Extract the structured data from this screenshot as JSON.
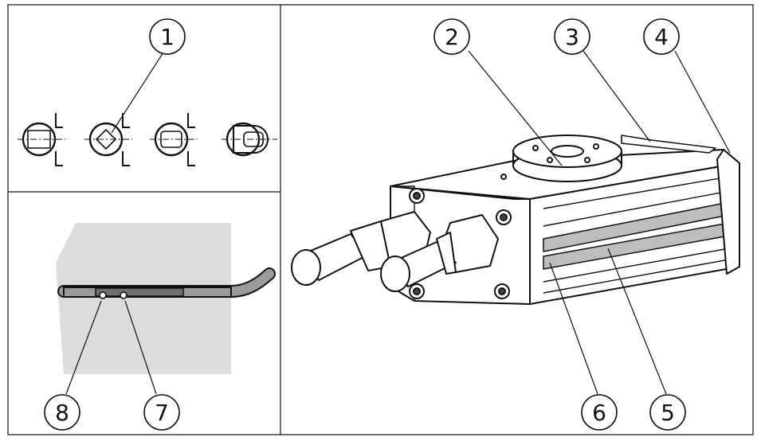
{
  "callouts": [
    {
      "label": "1"
    },
    {
      "label": "2"
    },
    {
      "label": "3"
    },
    {
      "label": "4"
    },
    {
      "label": "5"
    },
    {
      "label": "6"
    },
    {
      "label": "7"
    },
    {
      "label": "8"
    }
  ],
  "colors": {
    "line": "#111111",
    "sensor_area": "#dcdcdc",
    "slot_fill": "#bdbdbd",
    "background": "#ffffff"
  }
}
